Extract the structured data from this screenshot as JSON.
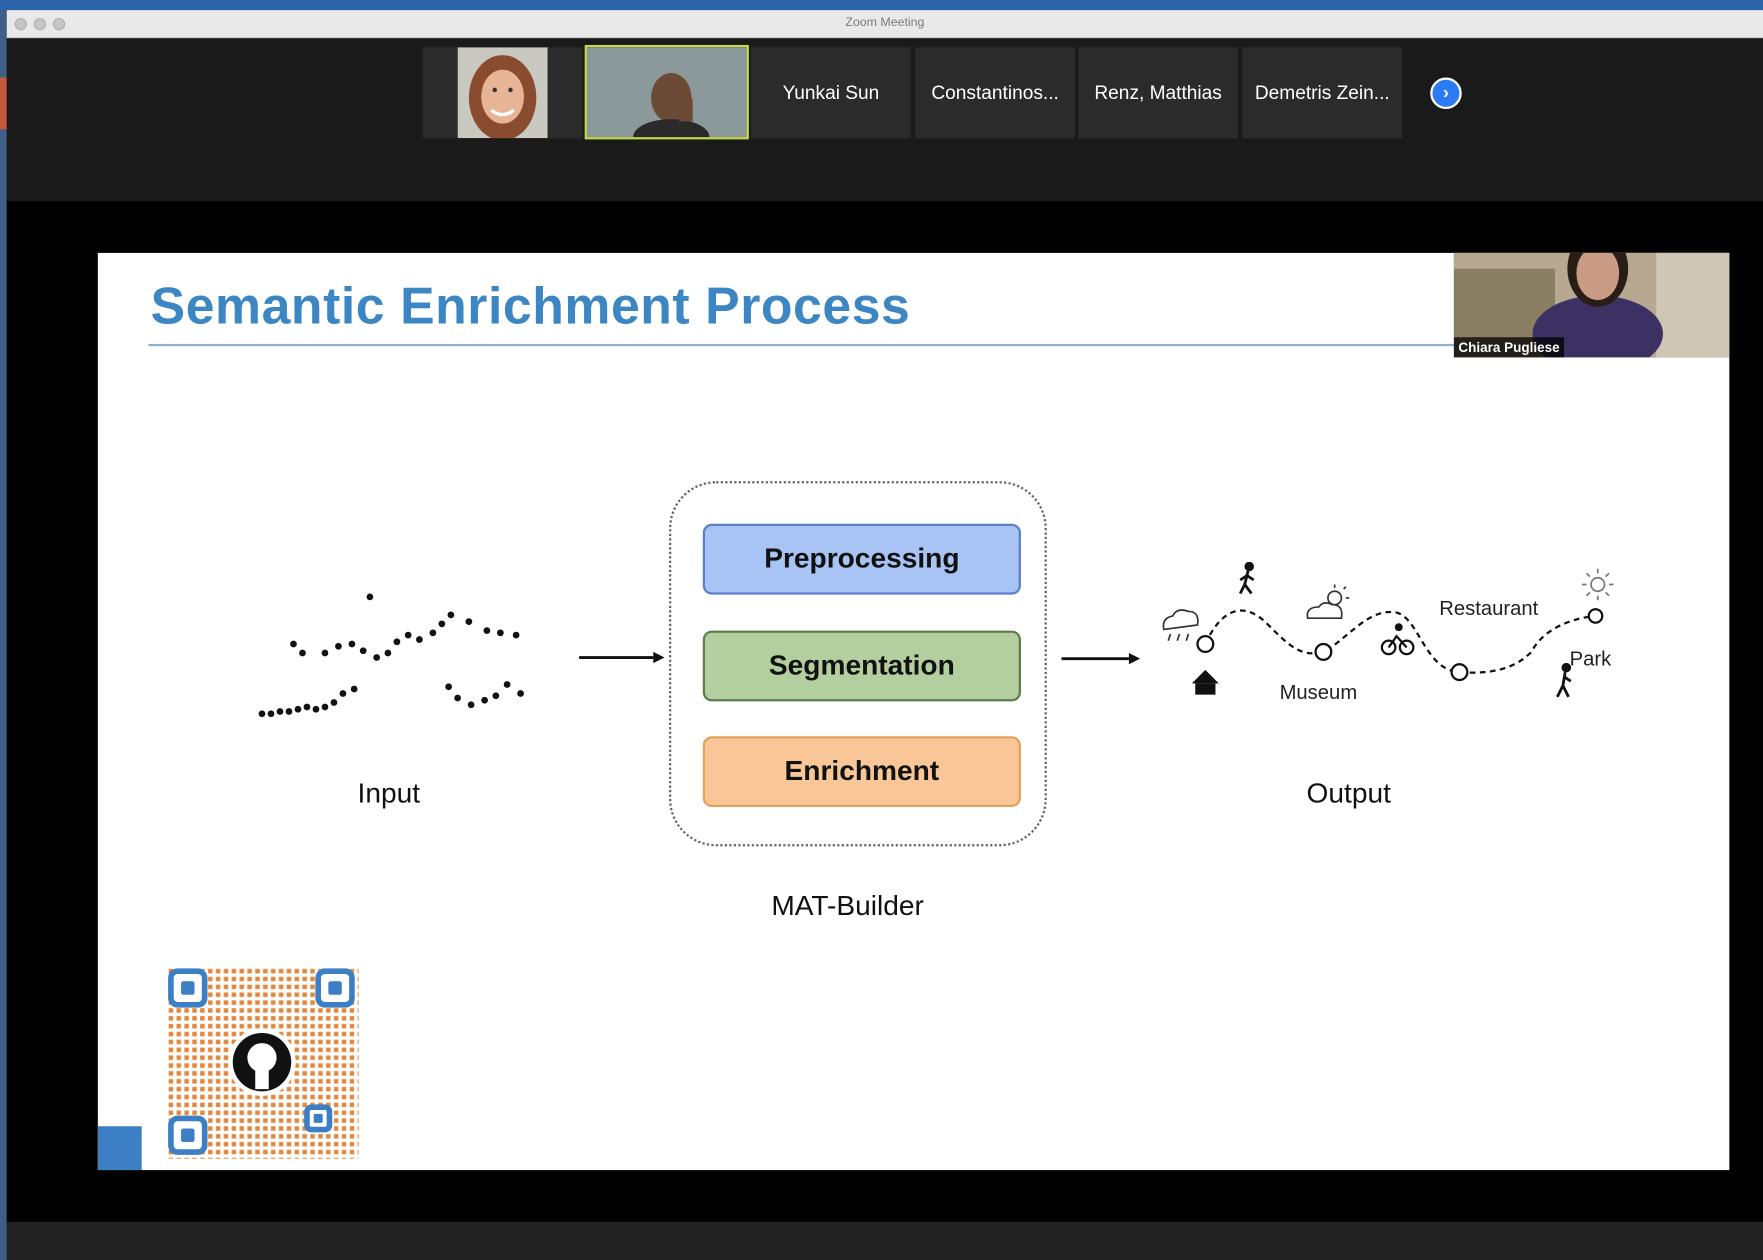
{
  "window": {
    "title": "Zoom Meeting"
  },
  "participants": [
    {
      "name": "",
      "video": true
    },
    {
      "name": "",
      "video": true,
      "active": true
    },
    {
      "name": "Yunkai Sun"
    },
    {
      "name": "Constantinos..."
    },
    {
      "name": "Renz,  Matthias"
    },
    {
      "name": "Demetris Zein..."
    }
  ],
  "gallery": {
    "next_icon": "chevron-right-icon"
  },
  "speaker": {
    "name": "Chiara Pugliese"
  },
  "slide": {
    "title": "Semantic Enrichment Process",
    "input_label": "Input",
    "output_label": "Output",
    "builder_label": "MAT-Builder",
    "steps": [
      "Preprocessing",
      "Segmentation",
      "Enrichment"
    ],
    "output_places": {
      "restaurant": "Restaurant",
      "museum": "Museum",
      "park": "Park"
    }
  },
  "colors": {
    "preprocessing": "#a7c4f5",
    "segmentation": "#b4cf9f",
    "enrichment": "#f8c697",
    "title": "#3d86c4",
    "zoom_blue": "#2d7bf4",
    "qr_orange": "#e07b2a",
    "qr_blue": "#3d7fc4"
  }
}
